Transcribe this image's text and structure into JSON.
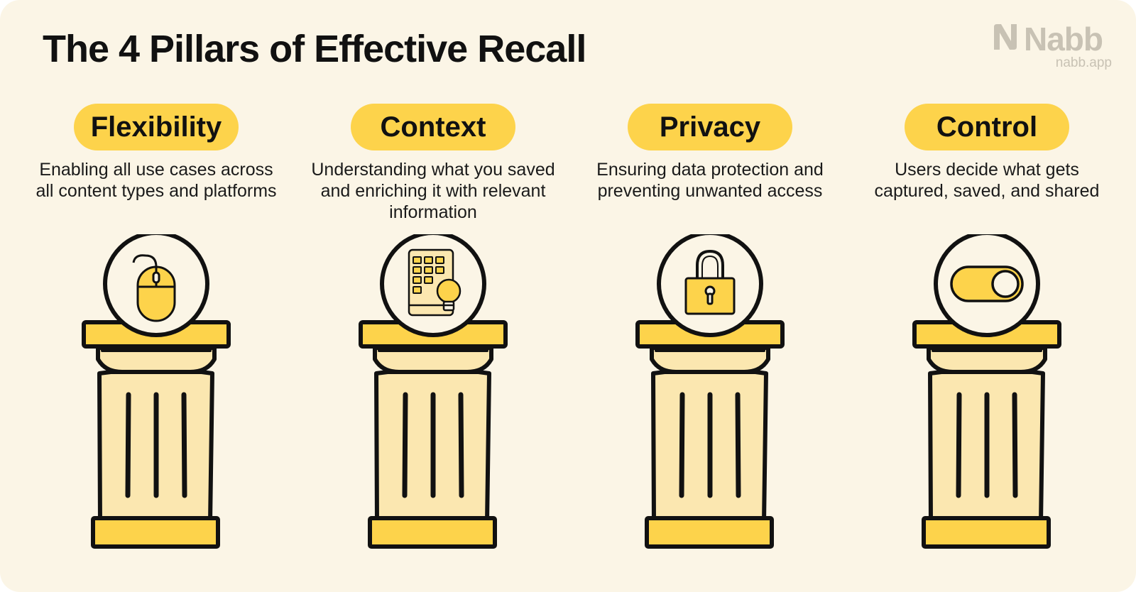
{
  "title": "The 4 Pillars of Effective Recall",
  "logo": {
    "name": "Nabb",
    "url": "nabb.app"
  },
  "colors": {
    "background": "#fbf5e6",
    "accent": "#fdd34b",
    "shaft": "#fbe7b0",
    "ink": "#111111"
  },
  "pillars": [
    {
      "label": "Flexibility",
      "description": "Enabling all use cases across all content types and platforms",
      "icon": "mouse-icon"
    },
    {
      "label": "Context",
      "description": "Understanding what you saved and enriching it with relevant information",
      "icon": "tablet-lightbulb-icon"
    },
    {
      "label": "Privacy",
      "description": "Ensuring data protection and preventing unwanted access",
      "icon": "padlock-icon"
    },
    {
      "label": "Control",
      "description": "Users decide what gets captured, saved, and shared",
      "icon": "toggle-switch-icon"
    }
  ]
}
